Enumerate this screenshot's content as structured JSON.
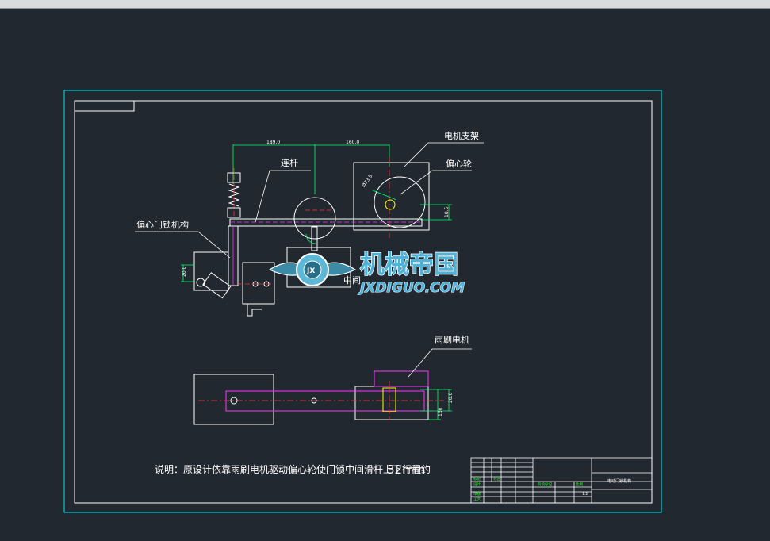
{
  "window": {
    "background": "#212830"
  },
  "labels": {
    "motor_bracket": "电机支架",
    "eccentric_wheel": "偏心轮",
    "connecting_rod": "连杆",
    "eccentric_lock": "偏心门锁机构",
    "middle_rod": "中间",
    "wiper_motor": "雨刷电机"
  },
  "dimensions": {
    "d1": "189.0",
    "d2": "160.0",
    "d3": "Ø73.5",
    "d4": "18.5",
    "d5": "20.0",
    "d6": "150",
    "d7": "20.0"
  },
  "watermark": {
    "title": "机械帝国",
    "subtitle": "JXDIGUO.COM",
    "emblem": "JX"
  },
  "note": {
    "text": "说明：原设计依靠雨刷电机驱动偏心轮使门锁中间滑杆上下行程约",
    "value": "32mm"
  },
  "title_block": {
    "drawing_name": "电动门锁机构",
    "scale": "1:2"
  },
  "colors": {
    "frame_cyan": "#00e5ee",
    "dimension_green": "#00ff66",
    "magenta": "#ff33ff",
    "red_center": "#ff3030",
    "yellow": "#ffff00",
    "line_white": "#ffffff"
  }
}
